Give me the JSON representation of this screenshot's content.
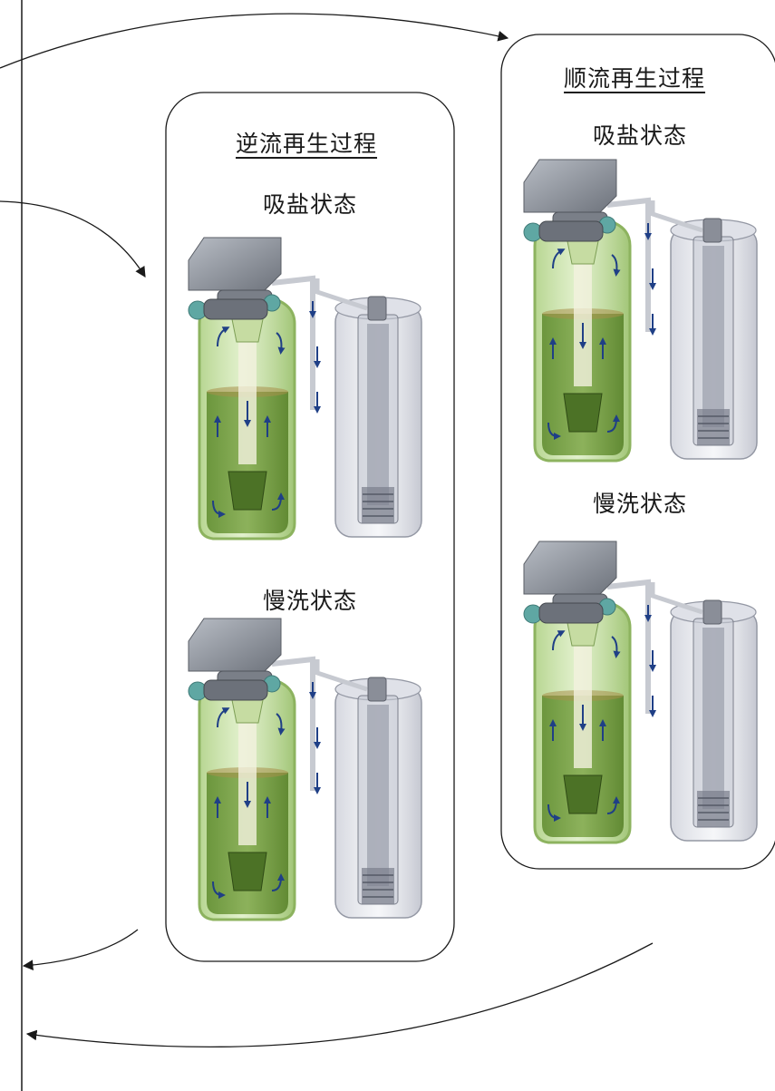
{
  "panels": {
    "counter": {
      "title": "逆流再生过程",
      "state_brine": "吸盐状态",
      "state_slow_rinse": "慢洗状态"
    },
    "co_current": {
      "title": "顺流再生过程",
      "state_brine": "吸盐状态",
      "state_slow_rinse": "慢洗状态"
    }
  },
  "colors": {
    "line": "#1a1a1a",
    "tank_green": "#8fbf5a",
    "resin_green": "#5e8a2a",
    "valve_gray": "#8e939c",
    "fitting_teal": "#5fa7a3",
    "flow_arrow": "#1f3f86"
  }
}
